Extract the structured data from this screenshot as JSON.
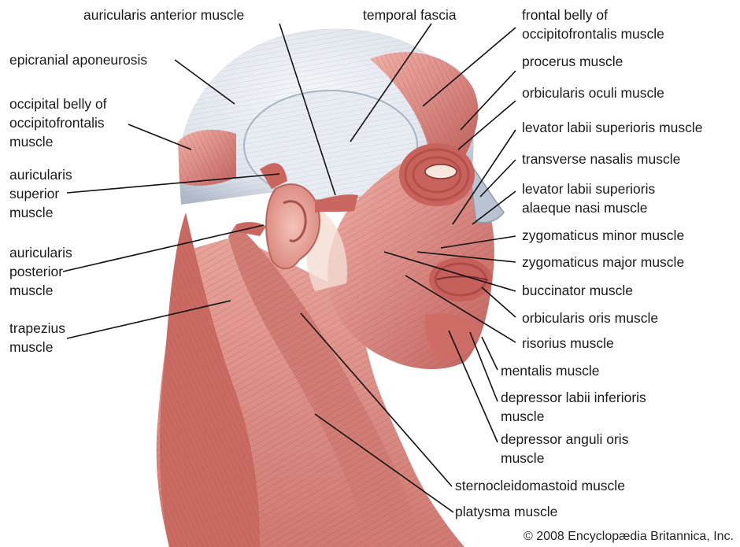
{
  "diagram": {
    "labels": {
      "auricularis_anterior": "auricularis anterior muscle",
      "temporal_fascia": "temporal fascia",
      "frontal_belly": "frontal belly of\noccipitofrontalis muscle",
      "epicranial_aponeurosis": "epicranial aponeurosis",
      "procerus": "procerus muscle",
      "orbicularis_oculi": "orbicularis oculi muscle",
      "occipital_belly": "occipital belly of\noccipitofrontalis\nmuscle",
      "levator_labii_superioris": "levator labii superioris muscle",
      "transverse_nasalis": "transverse nasalis muscle",
      "auricularis_superior": "auricularis\nsuperior\nmuscle",
      "levator_labii_alaeque": "levator labii superioris\nalaeque nasi muscle",
      "zygomaticus_minor": "zygomaticus minor muscle",
      "auricularis_posterior": "auricularis\nposterior\nmuscle",
      "zygomaticus_major": "zygomaticus major muscle",
      "buccinator": "buccinator muscle",
      "trapezius": "trapezius\nmuscle",
      "orbicularis_oris": "orbicularis oris muscle",
      "risorius": "risorius muscle",
      "mentalis": "mentalis muscle",
      "depressor_labii": "depressor labii inferioris\nmuscle",
      "depressor_anguli": "depressor anguli oris\nmuscle",
      "sternocleidomastoid": "sternocleidomastoid muscle",
      "platysma": "platysma muscle"
    },
    "copyright": "© 2008 Encyclopædia Britannica, Inc.",
    "colors": {
      "muscle": "#d98a84",
      "muscle_dark": "#b8504d",
      "muscle_light": "#f0b7ad",
      "fascia": "#dfe4ec",
      "fascia_shade": "#b5bfcc",
      "ear": "#e9a79d",
      "leader_line": "#111111"
    }
  }
}
